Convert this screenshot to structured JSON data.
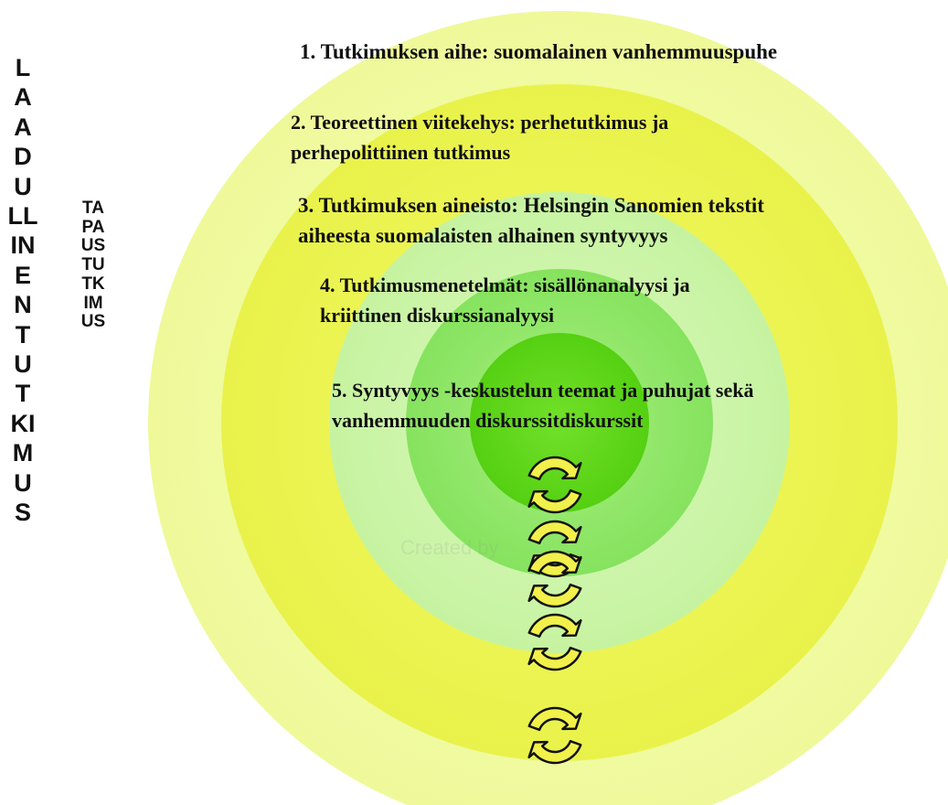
{
  "vertical_labels": {
    "outer": "LAADULLINENTUTKIMUS",
    "inner": "TAPAUSTUTKIMUS"
  },
  "levels": [
    {
      "id": 1,
      "text_lines": [
        "1. Tutkimuksen aihe: suomalainen vanhemmuuspuhe"
      ],
      "color": "#f4fbab"
    },
    {
      "id": 2,
      "text_lines": [
        "2. Teoreettinen viitekehys: perhetutkimus ja",
        "perhepolittiinen tutkimus"
      ],
      "color": "#eef666"
    },
    {
      "id": 3,
      "text_lines": [
        "3. Tutkimuksen aineisto: Helsingin Sanomien tekstit",
        "aiheesta suomalaisten alhainen syntyvyys"
      ],
      "color": "#cdf6ad"
    },
    {
      "id": 4,
      "text_lines": [
        "4. Tutkimusmenetelmät: sisällönanalyysi ja",
        "kriittinen diskurssianalyysi"
      ],
      "color": "#8fe86b"
    },
    {
      "id": 5,
      "text_lines": [
        "5. Syntyvyys -keskustelun teemat ja puhujat sekä",
        "vanhemmuuden diskurssitdiskurssit"
      ],
      "color": "#62d81c"
    }
  ],
  "cycle_icons": {
    "count": 5,
    "fill": "#f2f04a",
    "stroke": "#111111"
  },
  "watermark": "Created by"
}
